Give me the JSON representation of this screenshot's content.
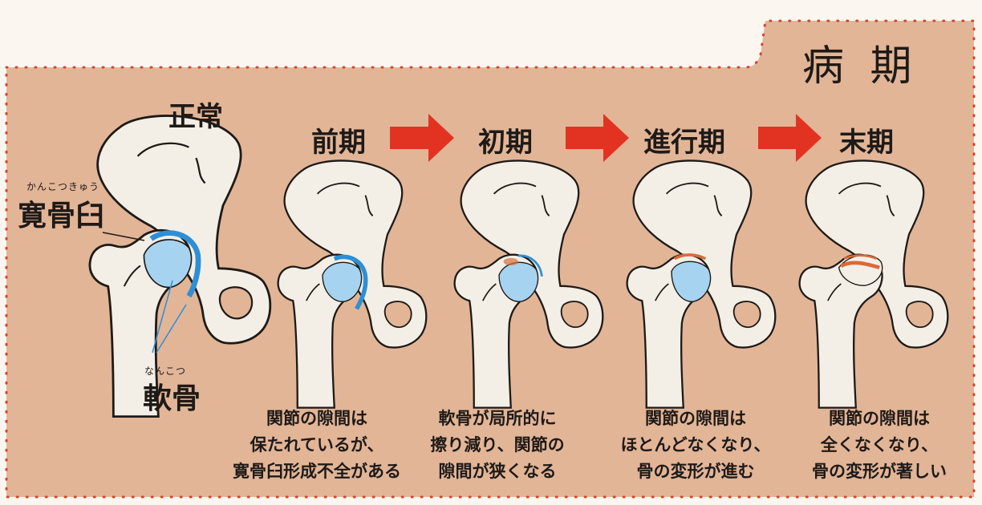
{
  "colors": {
    "page": "#fbf6ef",
    "panel": "#e2b597",
    "dots": "#d2452f",
    "bone": "#f3efe6",
    "bone_outline": "#1e1a17",
    "cartilage": "#2e8fd4",
    "femoral_head": "#a6d3f0",
    "arrow": "#e23322",
    "damage": "#d96b3a"
  },
  "title": "病 期",
  "normal": {
    "label": "正常",
    "acetabulum_ruby": "かんこつきゅう",
    "acetabulum": "寛骨臼",
    "cartilage_ruby": "なんこつ",
    "cartilage": "軟骨"
  },
  "stages": [
    {
      "label": "前期",
      "lines": [
        "関節の隙間は",
        "保たれているが、",
        "寛骨臼形成不全がある"
      ]
    },
    {
      "label": "初期",
      "lines": [
        "軟骨が局所的に",
        "擦り減り、関節の",
        "隙間が狭くなる"
      ]
    },
    {
      "label": "進行期",
      "lines": [
        "関節の隙間は",
        "ほとんどなくなり、",
        "骨の変形が進む"
      ]
    },
    {
      "label": "末期",
      "lines": [
        "関節の隙間は",
        "全くなくなり、",
        "骨の変形が著しい"
      ]
    }
  ]
}
